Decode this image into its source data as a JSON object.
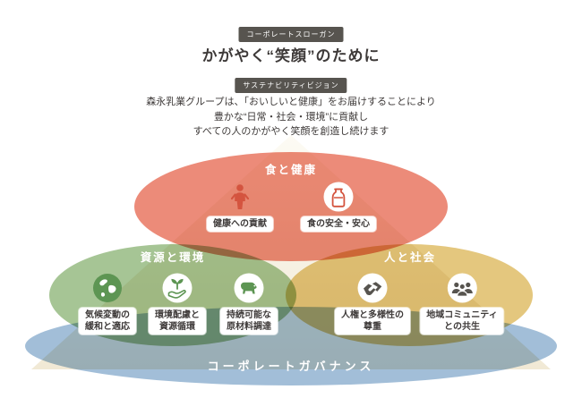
{
  "colors": {
    "badge_bg": "#57544f",
    "text_dark": "#3e3a39",
    "food_health_red": "#ec8b79",
    "resources_green": "#a6c595",
    "people_yellow": "#e4c77e",
    "governance_blue": "#a2bed8",
    "icon_red": "#d4543f",
    "icon_green": "#5d9553",
    "icon_gray": "#57544f",
    "pyramid_beige": "#f1e9d5"
  },
  "badges": {
    "slogan": "コーポレートスローガン",
    "vision": "サステナビリティビジョン"
  },
  "slogan_title": "かがやく“笑顔”のために",
  "vision_lines": [
    "森永乳業グループは、「おいしいと健康」をお届けすることにより",
    "豊かな“日常・社会・環境”に貢献し",
    "すべての人のかがやく笑顔を創造し続けます"
  ],
  "areas": {
    "food_health": {
      "label": "食と健康",
      "items": [
        {
          "icon": "person-icon",
          "label": "健康への貢献"
        },
        {
          "icon": "milk-bottle-icon",
          "label": "食の安全・安心"
        }
      ]
    },
    "resources_environment": {
      "label": "資源と環境",
      "items": [
        {
          "icon": "globe-icon",
          "label_lines": [
            "気候変動の",
            "緩和と適応"
          ]
        },
        {
          "icon": "sprout-hand-icon",
          "label_lines": [
            "環境配慮と",
            "資源循環"
          ]
        },
        {
          "icon": "cow-icon",
          "label_lines": [
            "持続可能な",
            "原材料調達"
          ]
        }
      ]
    },
    "people_society": {
      "label": "人と社会",
      "items": [
        {
          "icon": "hands-icon",
          "label_lines": [
            "人権と多様性の",
            "尊重"
          ]
        },
        {
          "icon": "community-icon",
          "label_lines": [
            "地域コミュニティ",
            "との共生"
          ]
        }
      ]
    }
  },
  "governance_label": "コーポレートガバナンス"
}
